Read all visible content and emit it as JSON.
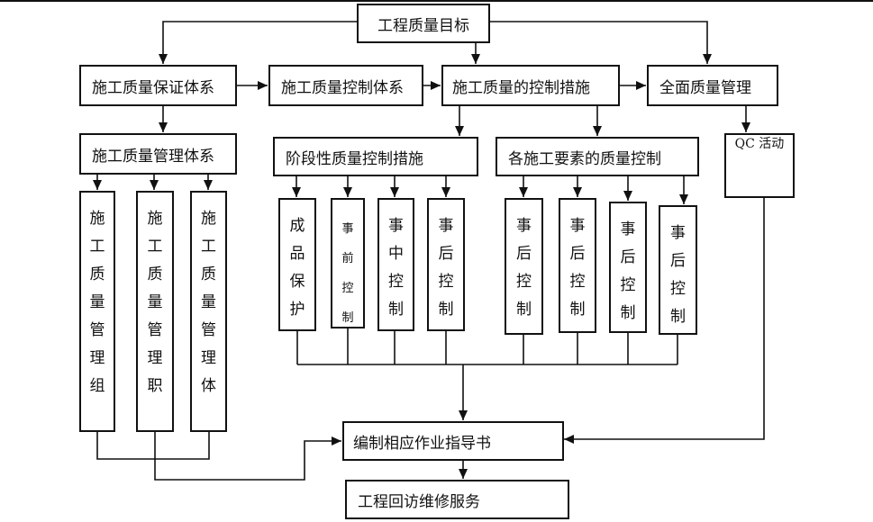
{
  "top": {
    "goal": "工程质量目标"
  },
  "row1": {
    "assurance": "施工质量保证体系",
    "control_system": "施工质量控制体系",
    "control_measures": "施工质量的控制措施",
    "tqm": "全面质量管理"
  },
  "row2": {
    "management_system": "施工质量管理体系",
    "stage_measures": "阶段性质量控制措施",
    "element_control": "各施工要素的质量控制",
    "qc": "QC 活动"
  },
  "mgmt_columns": [
    [
      "施",
      "工",
      "质",
      "量",
      "管",
      "理",
      "组"
    ],
    [
      "施",
      "工",
      "质",
      "量",
      "管",
      "理",
      "职"
    ],
    [
      "施",
      "工",
      "质",
      "量",
      "管",
      "理",
      "体"
    ]
  ],
  "stage_columns": [
    [
      "成",
      "品",
      "保",
      "护"
    ],
    [
      "事",
      "前",
      "控",
      "制"
    ],
    [
      "事",
      "中",
      "控",
      "制"
    ],
    [
      "事",
      "后",
      "控",
      "制"
    ]
  ],
  "element_columns": [
    [
      "事",
      "后",
      "控",
      "制"
    ],
    [
      "事",
      "后",
      "控",
      "制"
    ],
    [
      "事",
      "后",
      "控",
      "制"
    ],
    [
      "事",
      "后",
      "控",
      "制"
    ]
  ],
  "bottom": {
    "guide": "编制相应作业指导书",
    "service": "工程回访维修服务"
  }
}
